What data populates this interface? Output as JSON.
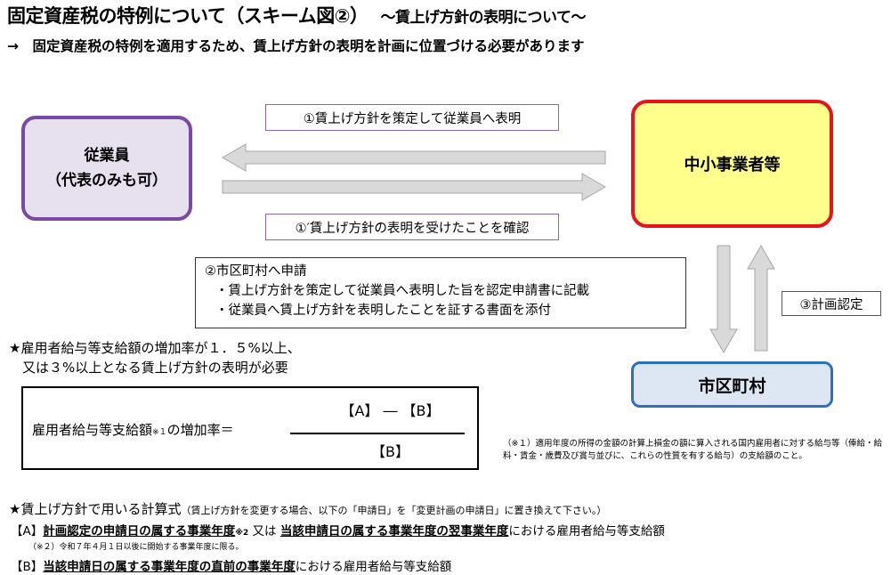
{
  "header": {
    "title": "固定資産税の特例について（スキーム図②）",
    "subtitle": "～賃上げ方針の表明について～",
    "lead": "→　固定資産税の特例を適用するため、賃上げ方針の表明を計画に位置づける必要があります"
  },
  "diagram": {
    "employee_line1": "従業員",
    "employee_line2": "（代表のみも可）",
    "company": "中小事業者等",
    "city": "市区町村",
    "step1": "①賃上げ方針を策定して従業員へ表明",
    "step1b": "①′賃上げ方針の表明を受けたことを確認",
    "step2_title": "②市区町村へ申請",
    "step2_items": [
      "・賃上げ方針を策定して従業員へ表明した旨を認定申請書に記載",
      "・従業員へ賃上げ方針を表明したことを証する書面を添付"
    ],
    "step3": "③計画認定"
  },
  "requirement": {
    "line1": "★雇用者給与等支給額の増加率が１．５%以上、",
    "line2": "　又は３%以上となる賃上げ方針の表明が必要"
  },
  "formula": {
    "lhs_text": "雇用者給与等支給額",
    "lhs_note": "※１",
    "lhs_tail": "の増加率＝",
    "numerator": "【A】 ― 【B】",
    "denominator": "【B】"
  },
  "footnote1": "（※１）適用年度の所得の金額の計算上損金の額に算入される国内雇用者に対する給与等（俸給・給料・賃金・歳費及び賞与並びに、これらの性質を有する給与）の支給額のこと。",
  "calc": {
    "heading": "★賃上げ方針で用いる計算式",
    "heading_note": "（賃上げ方針を変更する場合、以下の「申請日」を「変更計画の申請日」に置き換えて下さい。）",
    "a_label": "【A】",
    "a_bold1": "計画認定の申請日の属する事業年度",
    "a_note": "※2",
    "a_mid": " 又は ",
    "a_bold2": "当該申請日の属する事業年度の翌事業年度",
    "a_tail": "における雇用者給与等支給額",
    "a_footnote": "（※２）令和７年４月１日以後に開始する事業年度に限る。",
    "b_label": "【B】",
    "b_bold": "当該申請日の属する事業年度の直前の事業年度",
    "b_tail": "における雇用者給与等支給額"
  },
  "colors": {
    "employee_border": "#7a49a5",
    "company_border": "#e8141b",
    "company_fill": "#ffff8c",
    "city_border": "#2f6fc0",
    "arrow_fill": "#d9d9d9"
  }
}
